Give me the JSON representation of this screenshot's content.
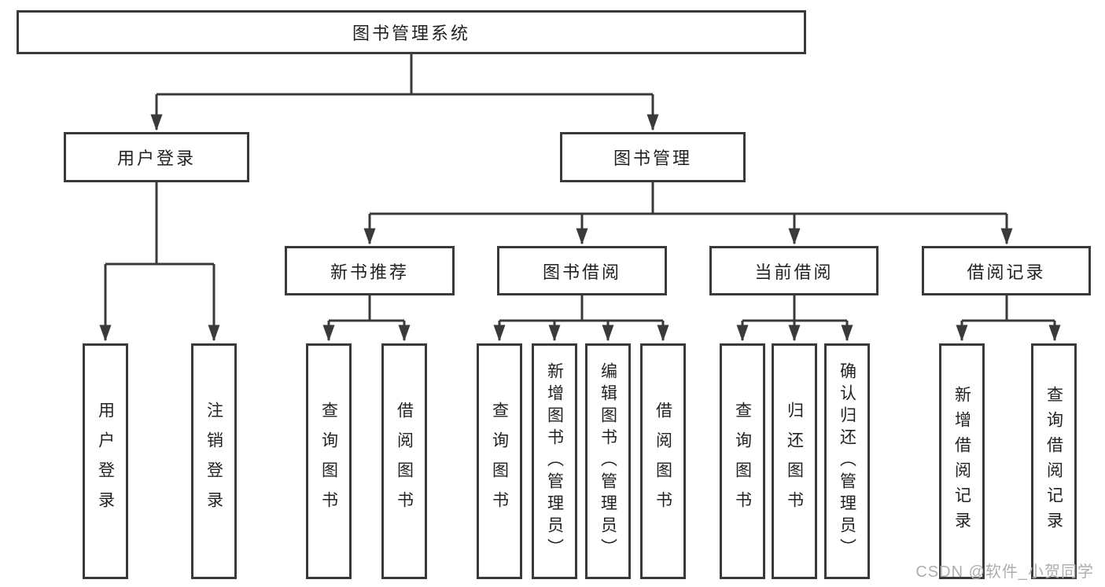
{
  "diagram": {
    "title": "图书管理系统",
    "root": {
      "label": "图书管理系统"
    },
    "user_login": {
      "label": "用户登录",
      "children": [
        {
          "label": "用户登录"
        },
        {
          "label": "注销登录"
        }
      ]
    },
    "book_mgmt": {
      "label": "图书管理",
      "children": [
        {
          "label": "新书推荐",
          "children": [
            {
              "label": "查询图书"
            },
            {
              "label": "借阅图书"
            }
          ]
        },
        {
          "label": "图书借阅",
          "children": [
            {
              "label": "查询图书"
            },
            {
              "label": "新增图书（管理员）"
            },
            {
              "label": "编辑图书（管理员）"
            },
            {
              "label": "借阅图书"
            }
          ]
        },
        {
          "label": "当前借阅",
          "children": [
            {
              "label": "查询图书"
            },
            {
              "label": "归还图书"
            },
            {
              "label": "确认归还（管理员）"
            }
          ]
        },
        {
          "label": "借阅记录",
          "children": [
            {
              "label": "新增借阅记录"
            },
            {
              "label": "查询借阅记录"
            }
          ]
        }
      ]
    }
  },
  "watermark": {
    "text": "CSDN @软件_小贺同学"
  },
  "colors": {
    "line": "#3a3a3a",
    "box_border": "#3a3a3a",
    "text": "#222222",
    "watermark": "#aeaeae",
    "background": "#ffffff"
  }
}
